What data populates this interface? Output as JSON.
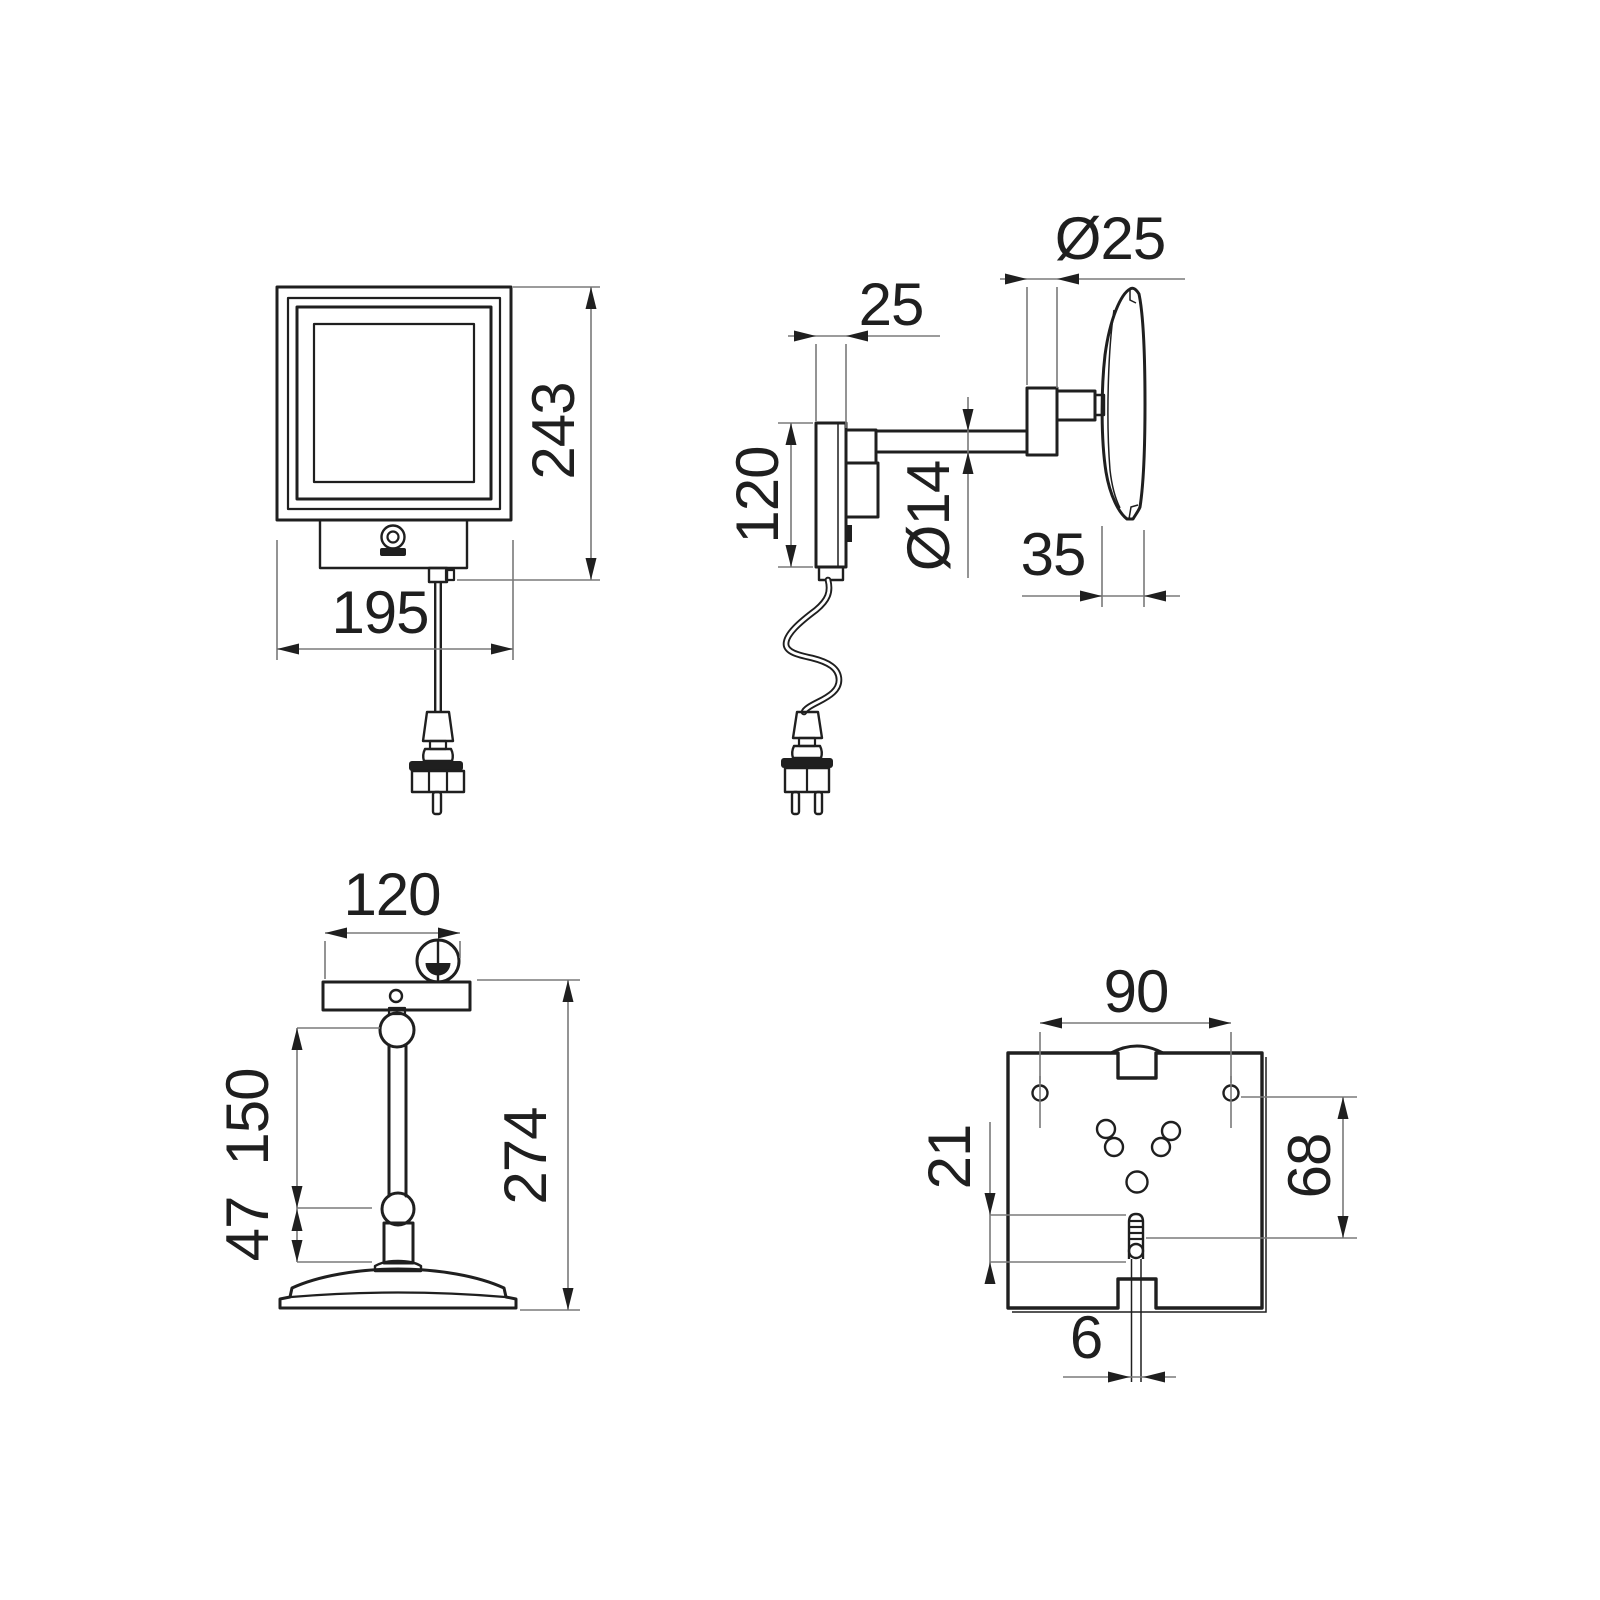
{
  "colors": {
    "line": "#1f1f1f",
    "dim_line": "#7a7a7a",
    "background": "#ffffff"
  },
  "views": {
    "front": {
      "dims": {
        "height": "243",
        "width": "195"
      }
    },
    "side": {
      "dims": {
        "wall_plate_depth": "25",
        "joint_diameter": "Ø25",
        "wall_plate_height": "120",
        "arm_diameter": "Ø14",
        "mirror_depth": "35"
      }
    },
    "pedestal": {
      "dims": {
        "head_width": "120",
        "rod_length": "150",
        "base_neck_height": "47",
        "total_height": "274"
      }
    },
    "backplate": {
      "dims": {
        "hole_spacing": "90",
        "cable_clamp_length": "21",
        "hole_to_clamp": "68",
        "cable_slot_width": "6"
      }
    }
  }
}
